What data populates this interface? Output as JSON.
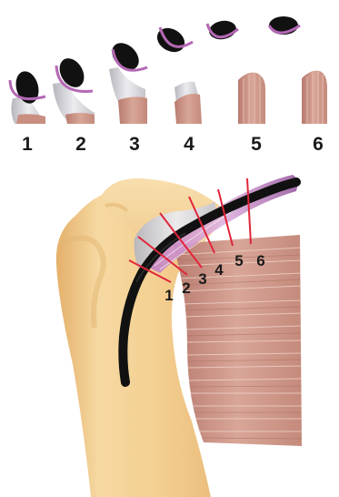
{
  "section_labels": [
    "1",
    "2",
    "3",
    "4",
    "5",
    "6"
  ],
  "colors": {
    "bone": "#f2cf94",
    "bone_light": "#f8e3b6",
    "bone_shadow": "#e2b674",
    "muscle": "#c98e80",
    "muscle_dark": "#a8695e",
    "muscle_light": "#e6c1b6",
    "tendon_gray": "#cfcfd4",
    "biceps_tendon": "#111111",
    "ligament_purple": "#b468b4",
    "section_line": "#e2253a",
    "label": "#1a1a1a"
  }
}
